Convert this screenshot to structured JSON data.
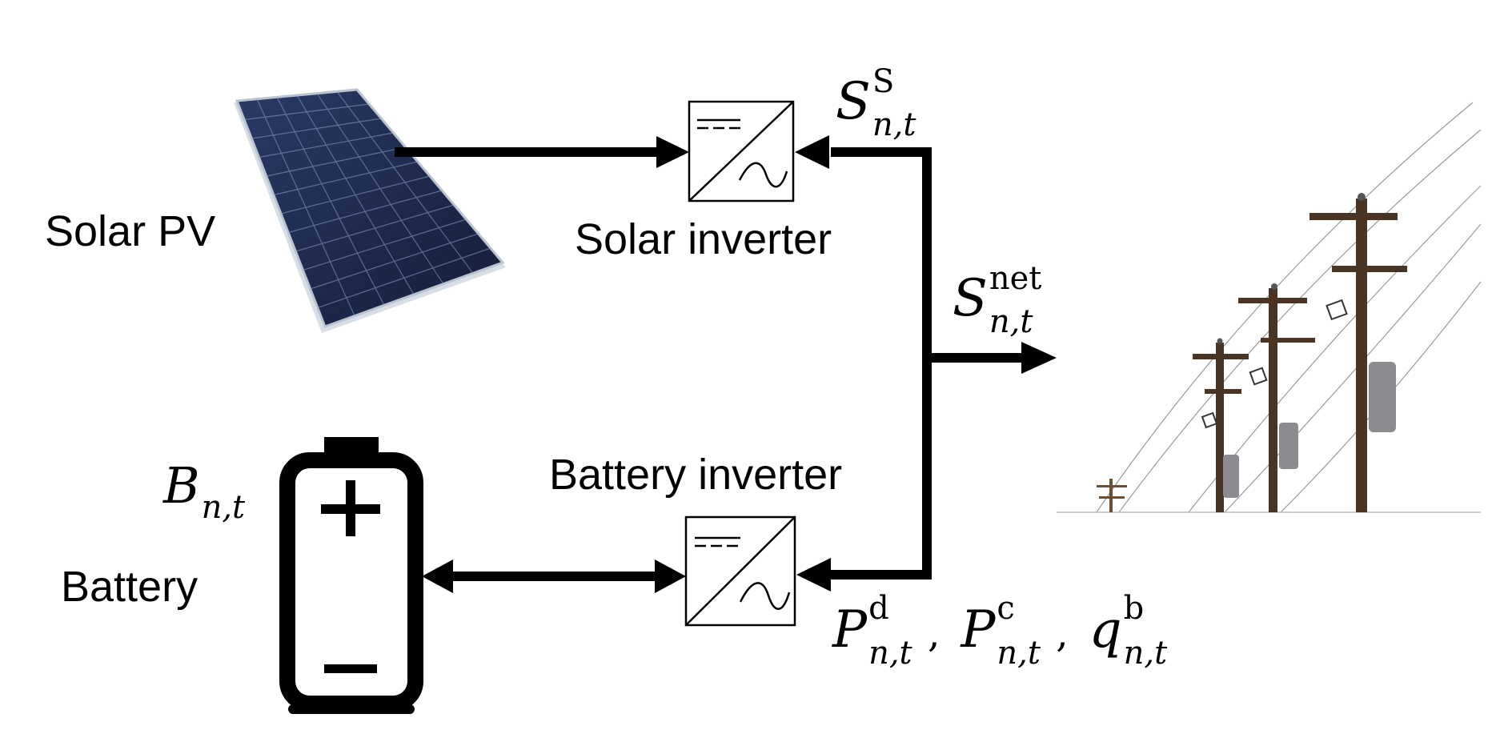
{
  "labels": {
    "solar_pv": "Solar PV",
    "solar_inverter": "Solar inverter",
    "battery_inverter": "Battery inverter",
    "battery": "Battery"
  },
  "math": {
    "s_solar": {
      "base": "S",
      "sup": "S",
      "sub": "n,t"
    },
    "s_net": {
      "base": "S",
      "sup": "net",
      "sub": "n,t"
    },
    "b_state": {
      "base": "B",
      "sub": "n,t"
    },
    "p_discharge": {
      "base": "P",
      "sup": "d",
      "sub": "n,t"
    },
    "p_charge": {
      "base": "P",
      "sup": "c",
      "sub": "n,t"
    },
    "q_battery": {
      "base": "q",
      "sup": "b",
      "sub": "n,t"
    },
    "separator": ","
  },
  "icons": [
    "solar-panel-icon",
    "inverter-icon",
    "battery-icon",
    "utility-poles-icon"
  ],
  "colors": {
    "line": "#000000",
    "panel": "#1e2a4a",
    "panel_frame": "#c9d3dd",
    "pole": "#4a3424",
    "transformer": "#8c8c90"
  }
}
